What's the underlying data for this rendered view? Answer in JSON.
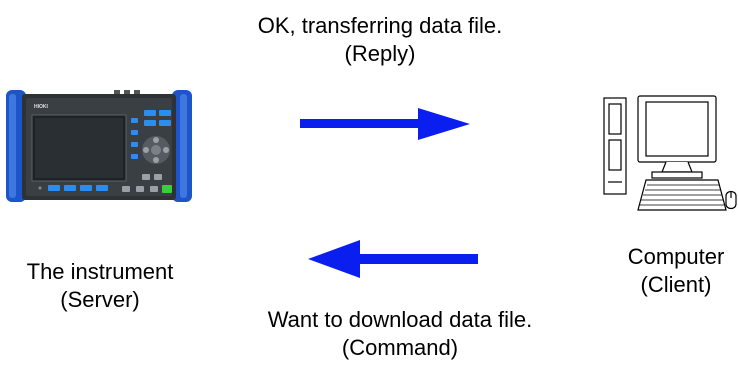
{
  "reply": {
    "line1": "OK, transferring data file.",
    "line2": "(Reply)"
  },
  "command": {
    "line1": "Want to download data file.",
    "line2": "(Command)"
  },
  "instrument": {
    "line1": "The instrument",
    "line2": "(Server)",
    "brand": "HIOKI"
  },
  "computer": {
    "line1": "Computer",
    "line2": "(Client)"
  },
  "colors": {
    "arrow": "#0a1ef0",
    "instrument_blue": "#1f5fd8",
    "button_blue": "#2a8ef0",
    "button_green": "#3ccd3c"
  },
  "icons": {
    "instrument": "power-quality-analyzer-icon",
    "computer": "desktop-computer-icon"
  }
}
